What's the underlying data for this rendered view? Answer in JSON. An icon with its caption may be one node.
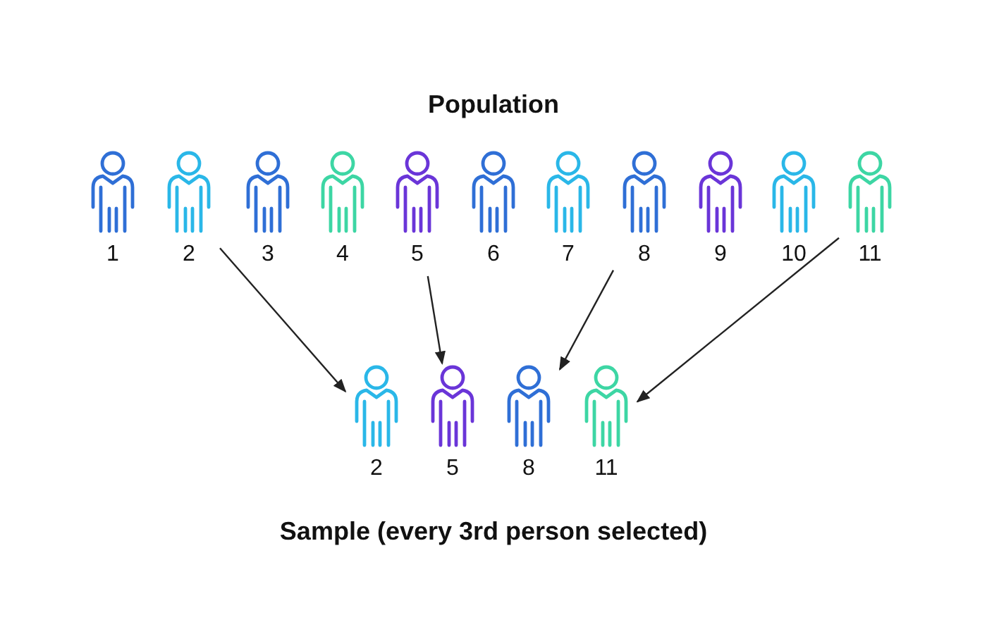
{
  "diagram": {
    "title": "Population",
    "caption": "Sample (every 3rd person selected)",
    "nodes": [
      {
        "text": [
          "1"
        ]
      },
      {
        "text": [
          "2"
        ]
      },
      {
        "text": [
          "3"
        ]
      },
      {
        "text": [
          "4"
        ]
      },
      {
        "text": [
          "5"
        ]
      },
      {
        "text": [
          "6"
        ]
      },
      {
        "text": [
          "7"
        ]
      },
      {
        "text": [
          "8"
        ]
      },
      {
        "text": [
          "9"
        ]
      },
      {
        "text": [
          "10"
        ]
      },
      {
        "text": [
          "11"
        ]
      },
      {
        "text": [
          "2"
        ]
      },
      {
        "text": [
          "5"
        ]
      },
      {
        "text": [
          "8"
        ]
      },
      {
        "text": [
          "11"
        ]
      }
    ],
    "edges": [
      {
        "from": 1,
        "to": 11,
        "arrow": "to"
      },
      {
        "from": 4,
        "to": 12,
        "arrow": "to"
      },
      {
        "from": 7,
        "to": 13,
        "arrow": "to"
      },
      {
        "from": 10,
        "to": 14,
        "arrow": "to"
      }
    ]
  }
}
